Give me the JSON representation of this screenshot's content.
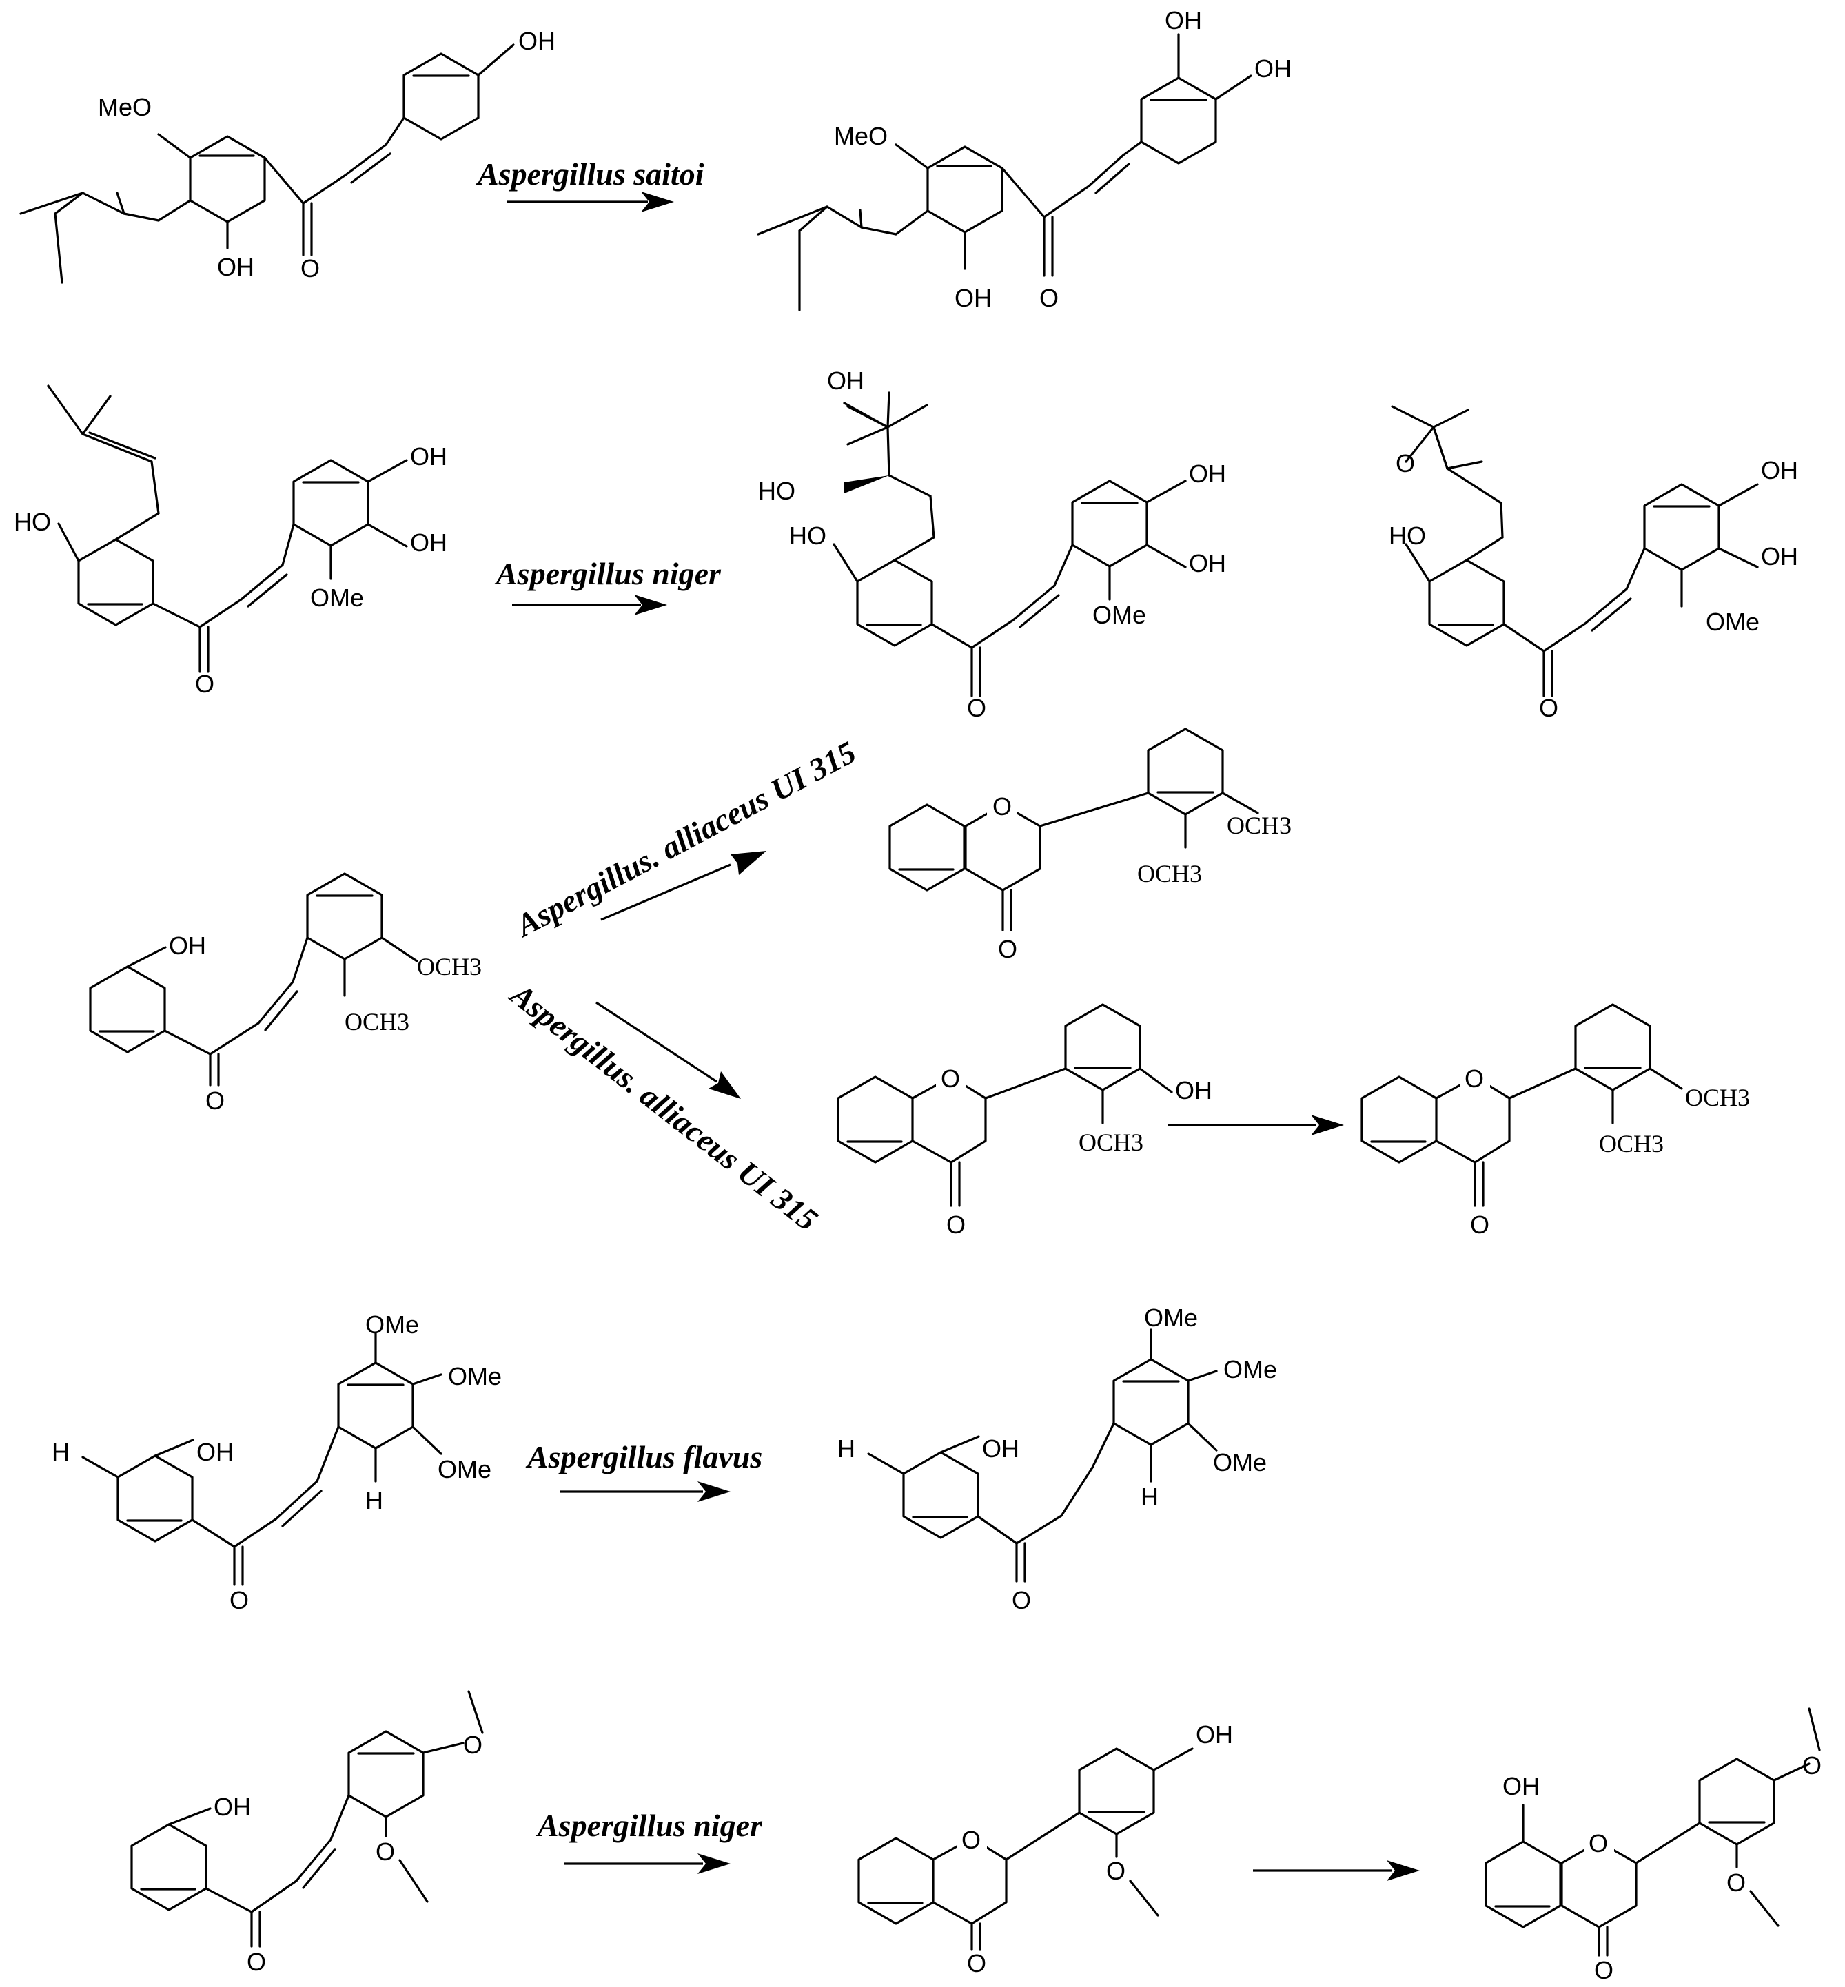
{
  "reactions": [
    {
      "organism": "Aspergillus saitoi",
      "substrate_labels": {
        "ome": "MeO",
        "oh_top": "OH",
        "oh_bottom": "OH",
        "o": "O"
      },
      "product_labels": {
        "ome": "MeO",
        "oh_a": "OH",
        "oh_b": "OH",
        "oh_bottom": "OH",
        "o": "O"
      }
    },
    {
      "organism": "Aspergillus niger",
      "substrate_labels": {
        "ho": "HO",
        "oh_a": "OH",
        "oh_b": "OH",
        "ome": "OMe",
        "o": "O"
      },
      "product1_labels": {
        "oh_top": "OH",
        "ho_side": "HO",
        "ho": "HO",
        "oh_a": "OH",
        "oh_b": "OH",
        "ome": "OMe",
        "o": "O"
      },
      "product2_labels": {
        "o_epox": "O",
        "ho": "HO",
        "oh_a": "OH",
        "oh_b": "OH",
        "ome": "OMe",
        "o": "O"
      }
    },
    {
      "organism_up": "Aspergillus. alliaceus UI 315",
      "organism_down": "Aspergillus. alliaceus UI 315",
      "substrate_labels": {
        "oh": "OH",
        "och3_a": "OCH3",
        "och3_b": "OCH3",
        "o": "O"
      },
      "flavone_labels": {
        "ring_o": "O",
        "och3_a": "OCH3",
        "och3_b": "OCH3",
        "o": "O"
      },
      "flavanone_labels": {
        "ring_o": "O",
        "oh": "OH",
        "och3": "OCH3",
        "o": "O"
      },
      "flavanone2_labels": {
        "ring_o": "O",
        "och3_a": "OCH3",
        "och3_b": "OCH3",
        "o": "O"
      }
    },
    {
      "organism": "Aspergillus flavus",
      "substrate_labels": {
        "h_left": "H",
        "oh": "OH",
        "ome_a": "OMe",
        "ome_b": "OMe",
        "ome_c": "OMe",
        "h_ring": "H",
        "o": "O"
      },
      "product_labels": {
        "h_left": "H",
        "oh": "OH",
        "ome_a": "OMe",
        "ome_b": "OMe",
        "ome_c": "OMe",
        "h_ring": "H",
        "o": "O"
      }
    },
    {
      "organism": "Aspergillus niger",
      "substrate_labels": {
        "oh": "OH",
        "o_a": "O",
        "o_b": "O",
        "o": "O"
      },
      "flavanone_labels": {
        "ring_o": "O",
        "oh": "OH",
        "o_meo": "O",
        "o": "O"
      },
      "flavone_labels": {
        "oh": "OH",
        "ring_o": "O",
        "o_a": "O",
        "o_b": "O",
        "o": "O"
      }
    }
  ]
}
